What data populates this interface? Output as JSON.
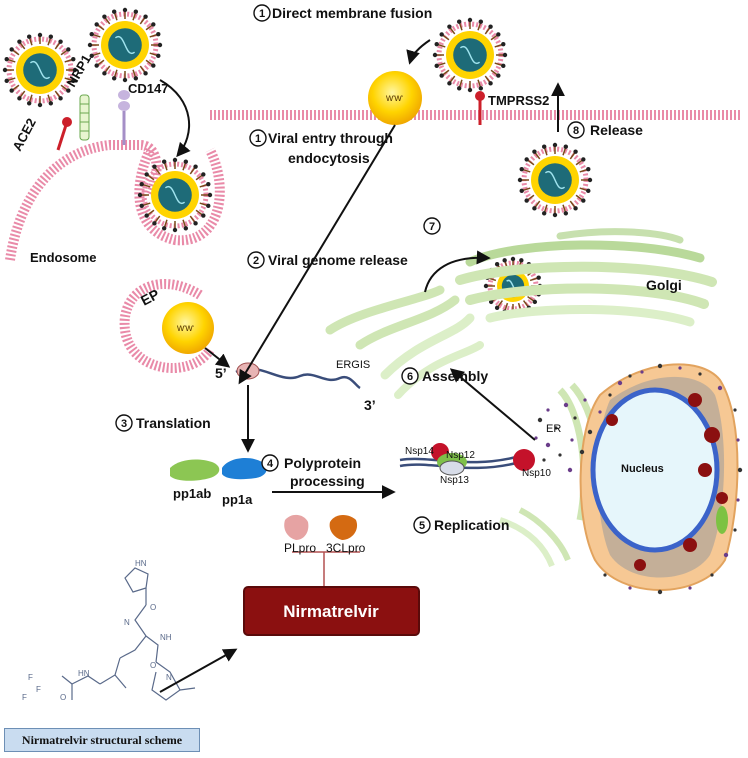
{
  "steps": {
    "s1_label": "Direct membrane fusion",
    "s1b_line1": "Viral entry through",
    "s1b_line2": "endocytosis",
    "s2_label": "Viral genome release",
    "s3_label": "Translation",
    "s4_line1": "Polyprotein",
    "s4_line2": "processing",
    "s5_label": "Replication",
    "s6_label": "Assembly",
    "s8_label": "Release",
    "n1": "1",
    "n1b": "1",
    "n2": "2",
    "n3": "3",
    "n4": "4",
    "n5": "5",
    "n6": "6",
    "n7": "7",
    "n8": "8"
  },
  "receptors": {
    "ace2": "ACE2",
    "nrp1": "NRP1",
    "cd147": "CD147",
    "tmprss2": "TMPRSS2"
  },
  "organelles": {
    "endosome": "Endosome",
    "ep": "EP",
    "golgi": "Golgi",
    "ergis": "ERGIS",
    "er": "ER",
    "nucleus": "Nucleus"
  },
  "rna": {
    "five_prime": "5’",
    "three_prime": "3’"
  },
  "proteins": {
    "pp1ab": "pp1ab",
    "pp1a": "pp1a",
    "plpro": "PLpro",
    "clpro": "3CLpro",
    "nsp14": "Nsp14",
    "nsp12": "Nsp12",
    "nsp13": "Nsp13",
    "nsp10": "Nsp10"
  },
  "drug": {
    "name": "Nirmatrelvir",
    "caption": "Nirmatrelvir structural scheme"
  },
  "colors": {
    "membrane": "#e98aa8",
    "virion_spike": "#222222",
    "virion_core": "#1e6b78",
    "nucleus_fill": "#e6f6fb",
    "cell_fill": "#f6c894",
    "drug_box": "#8b1010",
    "caption_box": "#c9dcf0"
  }
}
